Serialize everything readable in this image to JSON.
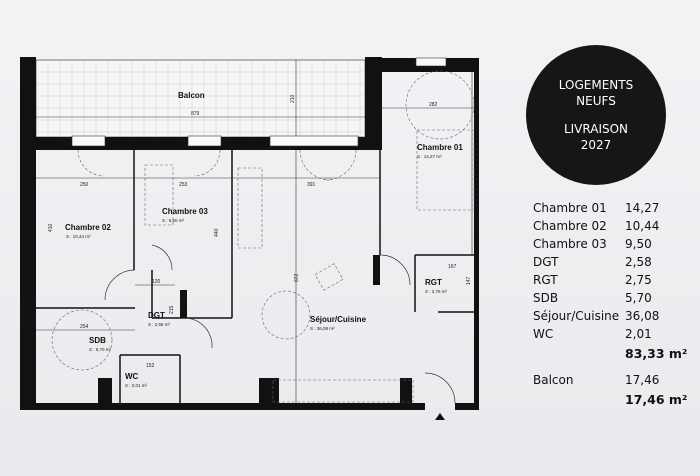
{
  "badge": {
    "line1": "LOGEMENTS",
    "line2": "NEUFS",
    "line3": "LIVRAISON",
    "line4": "2027"
  },
  "rooms": [
    {
      "name": "Chambre 01",
      "area": "S : 14,27 m²"
    },
    {
      "name": "Chambre 02",
      "area": "S : 10,44 m²"
    },
    {
      "name": "Chambre 03",
      "area": "S : 9,50 m²"
    },
    {
      "name": "DGT",
      "area": "S : 2,58 m²"
    },
    {
      "name": "RGT",
      "area": "S : 2,75 m²"
    },
    {
      "name": "SDB",
      "area": "S : 5,70 m²"
    },
    {
      "name": "Séjour/Cuisine",
      "area": "S : 36,08 m²"
    },
    {
      "name": "WC",
      "area": "S : 2,01 m²"
    },
    {
      "name": "Balcon",
      "area": ""
    }
  ],
  "dimensions": {
    "balcon_len": "879",
    "balcon_depth": "210",
    "ch02_w": "250",
    "ch03_w": "253",
    "sejour_w": "391",
    "ch01_w": "282",
    "ch03_h": "440",
    "sejour_h": "672",
    "dgt_w": "120",
    "sdb_w": "254",
    "dgt_h": "215",
    "wc_w": "152",
    "rgt_w": "167",
    "rgt_h": "147",
    "ch02_h": "410"
  },
  "surface_table": {
    "rows": [
      {
        "name": "Chambre 01",
        "value": "14,27"
      },
      {
        "name": "Chambre 02",
        "value": "10,44"
      },
      {
        "name": "Chambre 03",
        "value": "9,50"
      },
      {
        "name": "DGT",
        "value": "2,58"
      },
      {
        "name": "RGT",
        "value": "2,75"
      },
      {
        "name": "SDB",
        "value": "5,70"
      },
      {
        "name": "Séjour/Cuisine",
        "value": "36,08"
      },
      {
        "name": "WC",
        "value": "2,01"
      }
    ],
    "total": "83,33 m²",
    "balcon_label": "Balcon",
    "balcon_value": "17,46",
    "balcon_total": "17,46 m²"
  }
}
